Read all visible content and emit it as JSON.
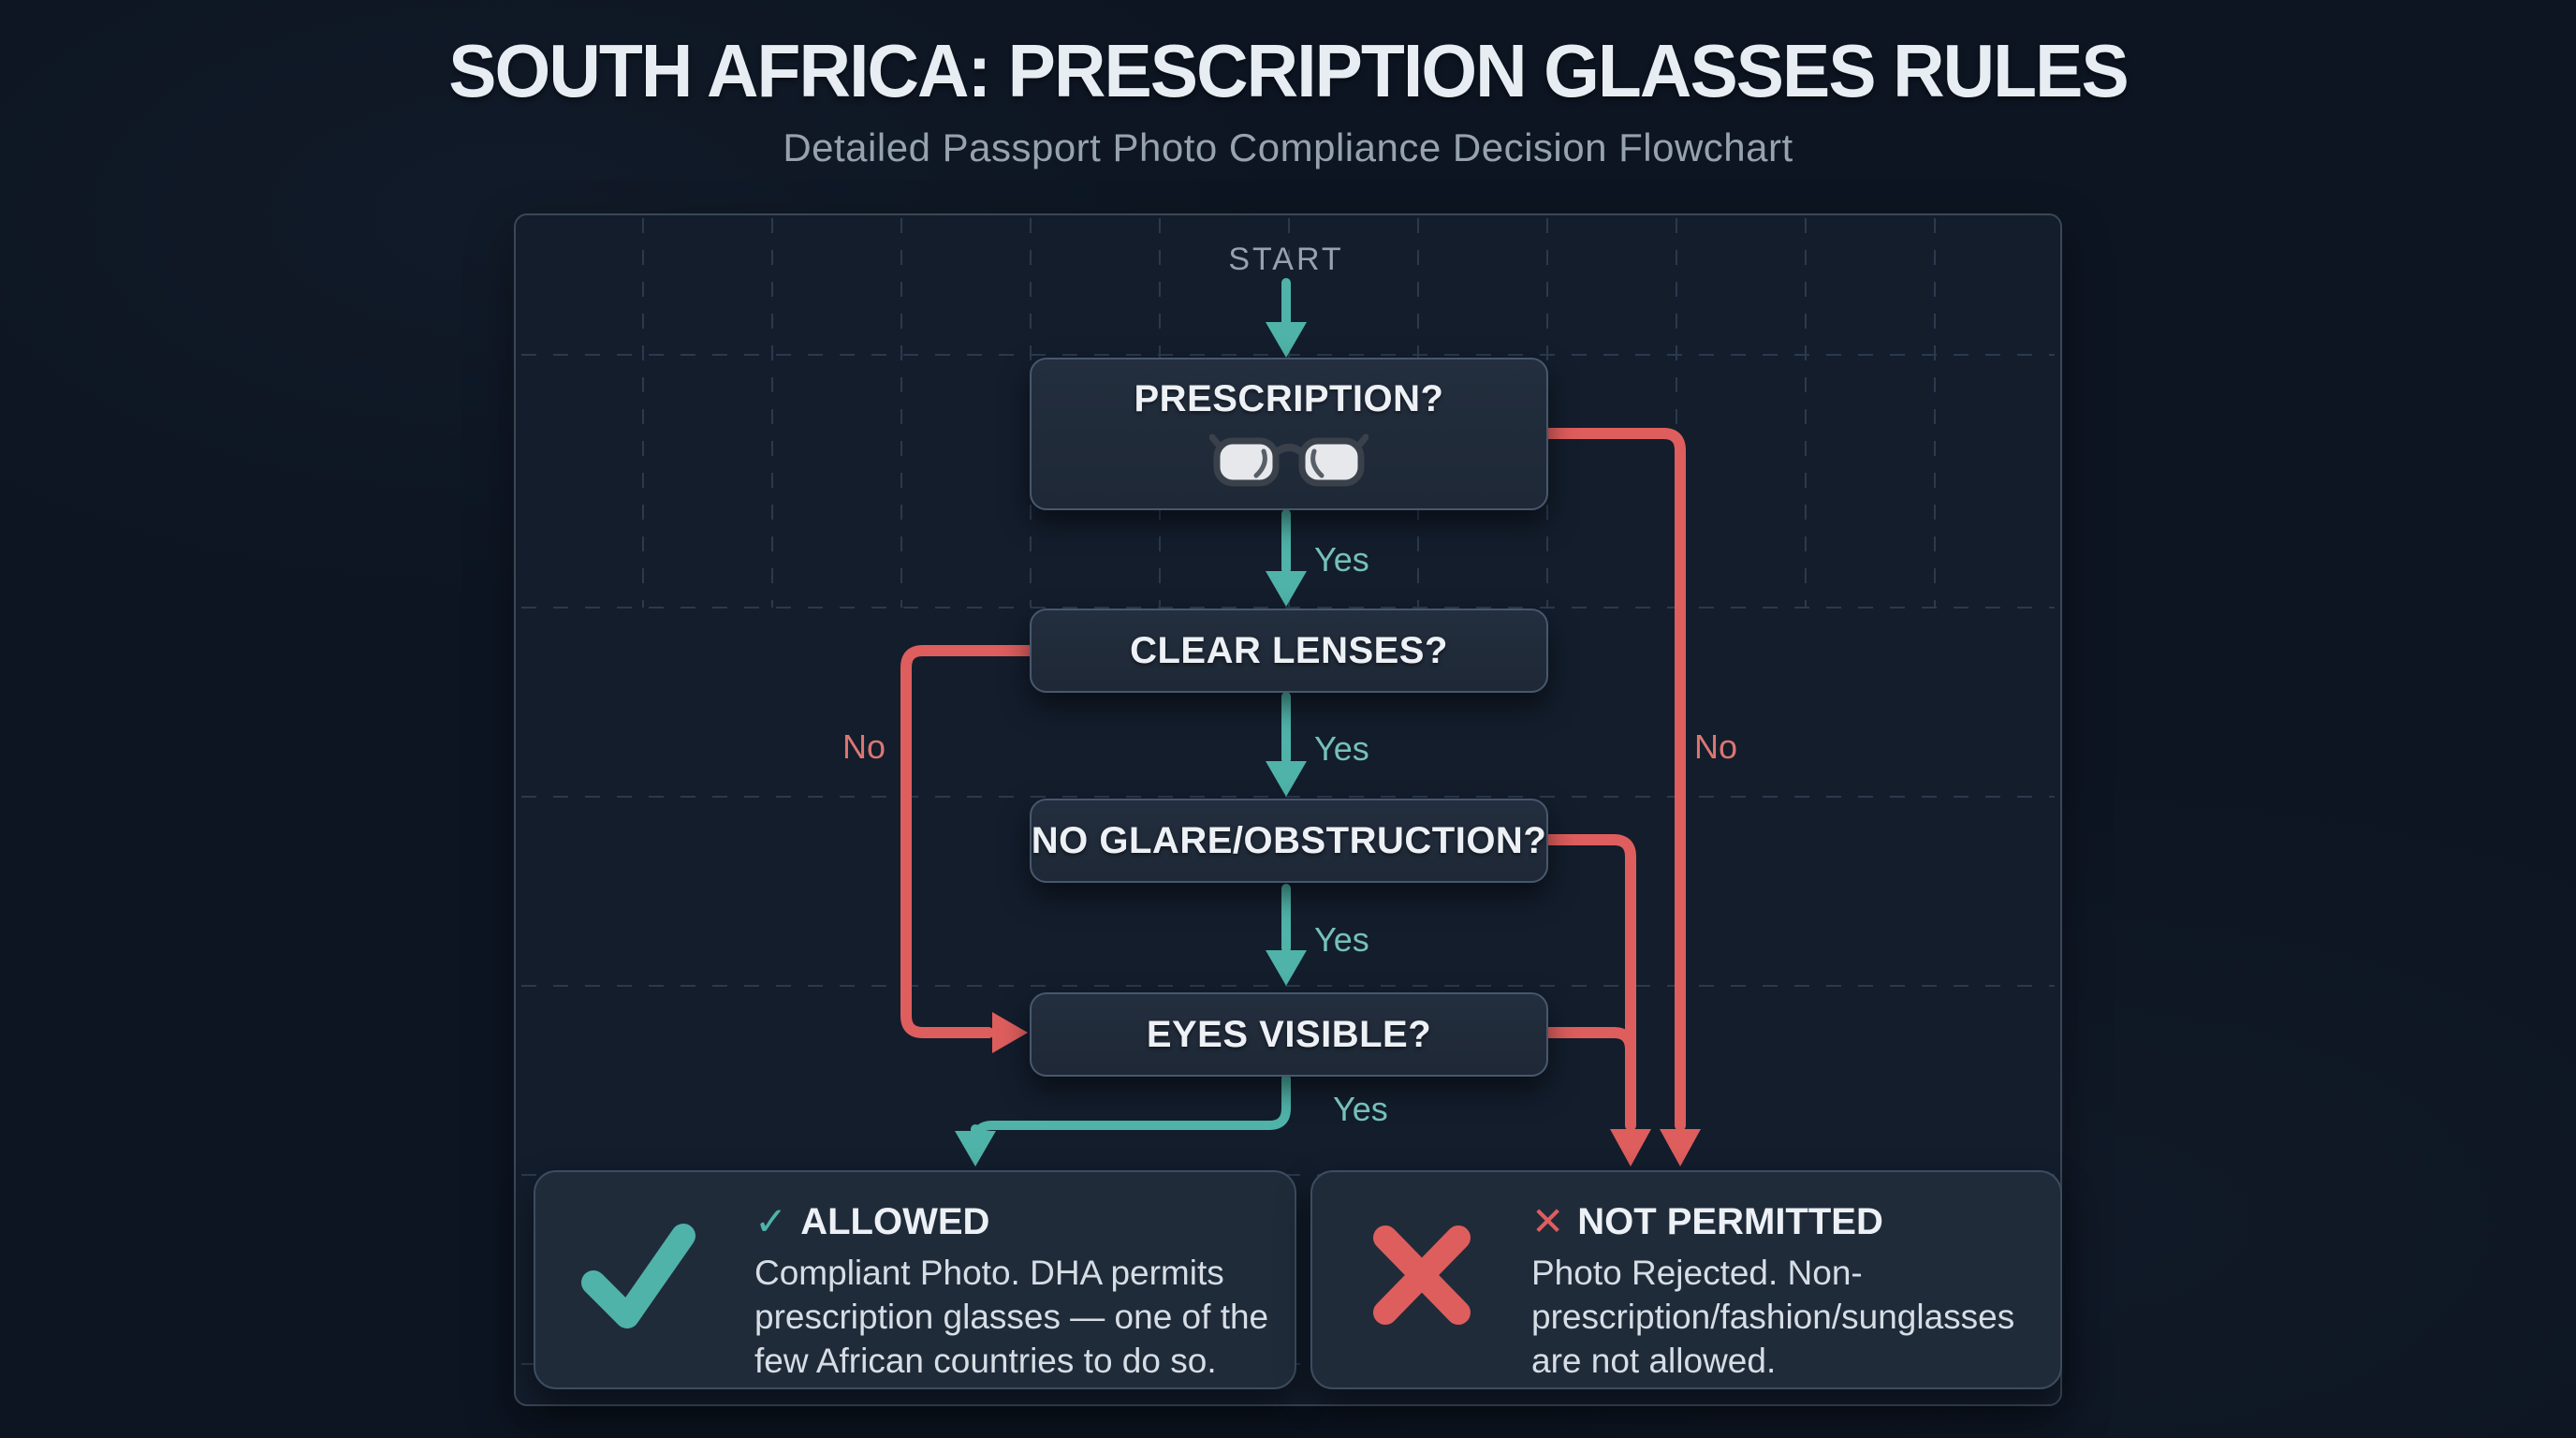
{
  "title": "SOUTH AFRICA: PRESCRIPTION GLASSES RULES",
  "subtitle": "Detailed Passport Photo Compliance Decision Flowchart",
  "colors": {
    "bg": "#0D1522",
    "panel": "#131D2C",
    "panel_border": "#3A4757",
    "grid": "#41516A",
    "teal": "#4FB3A9",
    "red": "#DE5E5D",
    "yes_text": "#76C0B8",
    "no_text": "#DC7672",
    "node_bg": "#1E2836",
    "node_border": "#47586E",
    "node_text": "#EDF1F6",
    "card_bg": "#202B3A",
    "card_border": "#3C4C60",
    "heading_text": "#EDF1F6",
    "body_text": "#D6DDE5",
    "title_text": "#E8EDF3",
    "muted_text": "#97A2AF"
  },
  "flow": {
    "start_label": "START",
    "yes_label": "Yes",
    "no_label": "No",
    "nodes": [
      {
        "label": "PRESCRIPTION?",
        "icon": "glasses"
      },
      {
        "label": "CLEAR LENSES?"
      },
      {
        "label": "NO GLARE/OBSTRUCTION?"
      },
      {
        "label": "EYES VISIBLE?"
      }
    ]
  },
  "outcomes": {
    "allowed": {
      "glyph": "✓",
      "title": "ALLOWED",
      "body": "Compliant Photo. DHA permits prescription glasses — one of the few African countries to do so."
    },
    "not_permitted": {
      "glyph": "✕",
      "title": "NOT PERMITTED",
      "body": "Photo Rejected. Non-prescription/fashion/sunglasses are not allowed."
    }
  }
}
